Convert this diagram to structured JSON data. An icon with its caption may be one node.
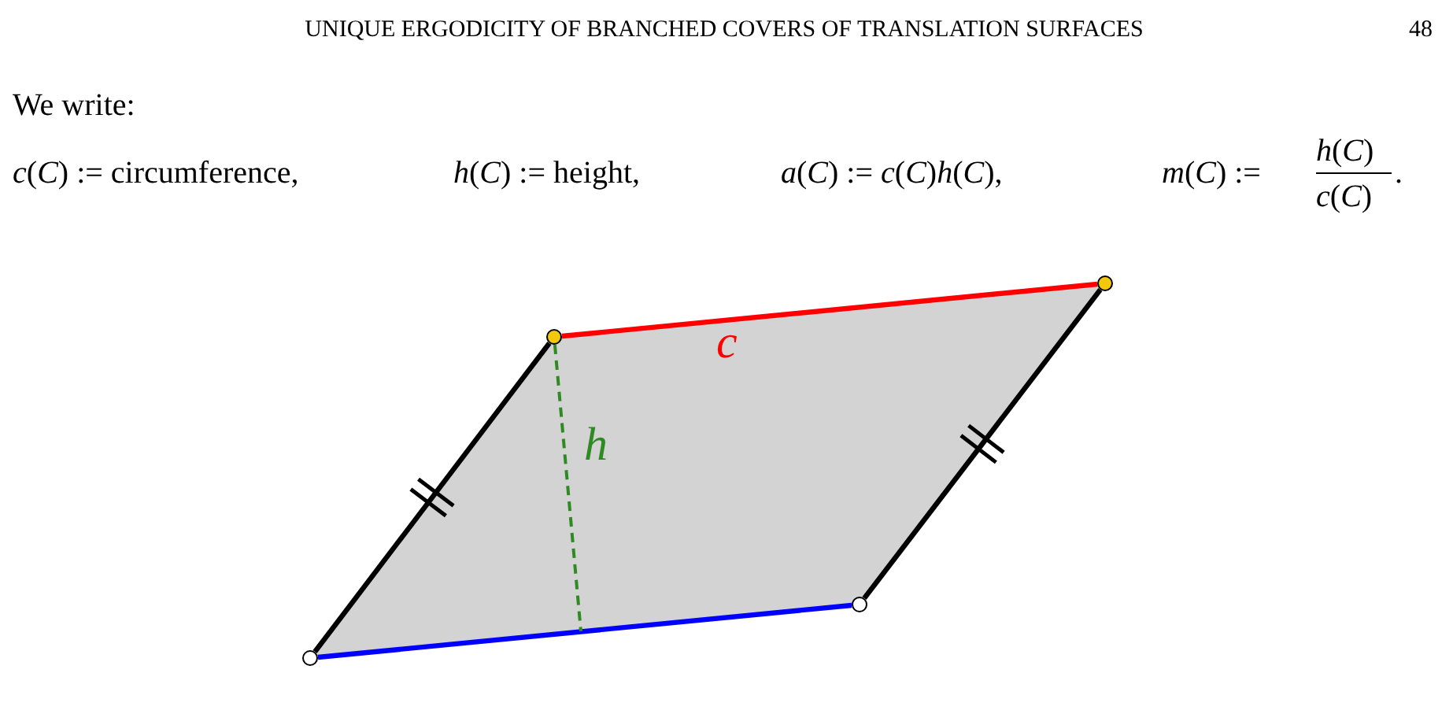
{
  "diagram": {
    "nodes": [
      {
        "text": [],
        "shape": "circle"
      },
      {
        "text": [],
        "shape": "circle"
      },
      {
        "text": [],
        "shape": "circle"
      },
      {
        "text": [],
        "shape": "circle"
      }
    ],
    "edges": [
      {
        "from": 0,
        "to": 1,
        "arrow": "none"
      },
      {
        "from": 1,
        "to": 2,
        "arrow": "none",
        "label": "*c*",
        "color": "#ff0000"
      },
      {
        "from": 2,
        "to": 3,
        "arrow": "none"
      },
      {
        "from": 3,
        "to": 0,
        "arrow": "none",
        "color": "#0000ff"
      },
      {
        "from": 1,
        "to": null,
        "arrow": "none",
        "style": "dashed",
        "color": "#2e8b22"
      }
    ],
    "labels": [
      "UNIQUE ERGODICITY OF BRANCHED COVERS OF TRANSLATION SURFACES",
      "48",
      "We write:",
      "*c*(*C*) := circumference,",
      "*h*(*C*) := height,",
      "*a*(*C*) := *c*(*C*)*h*(*C*),",
      "*m*(*C*) :=",
      "*h*(*C*)",
      "*c*(*C*)",
      ".",
      "*h*"
    ]
  }
}
